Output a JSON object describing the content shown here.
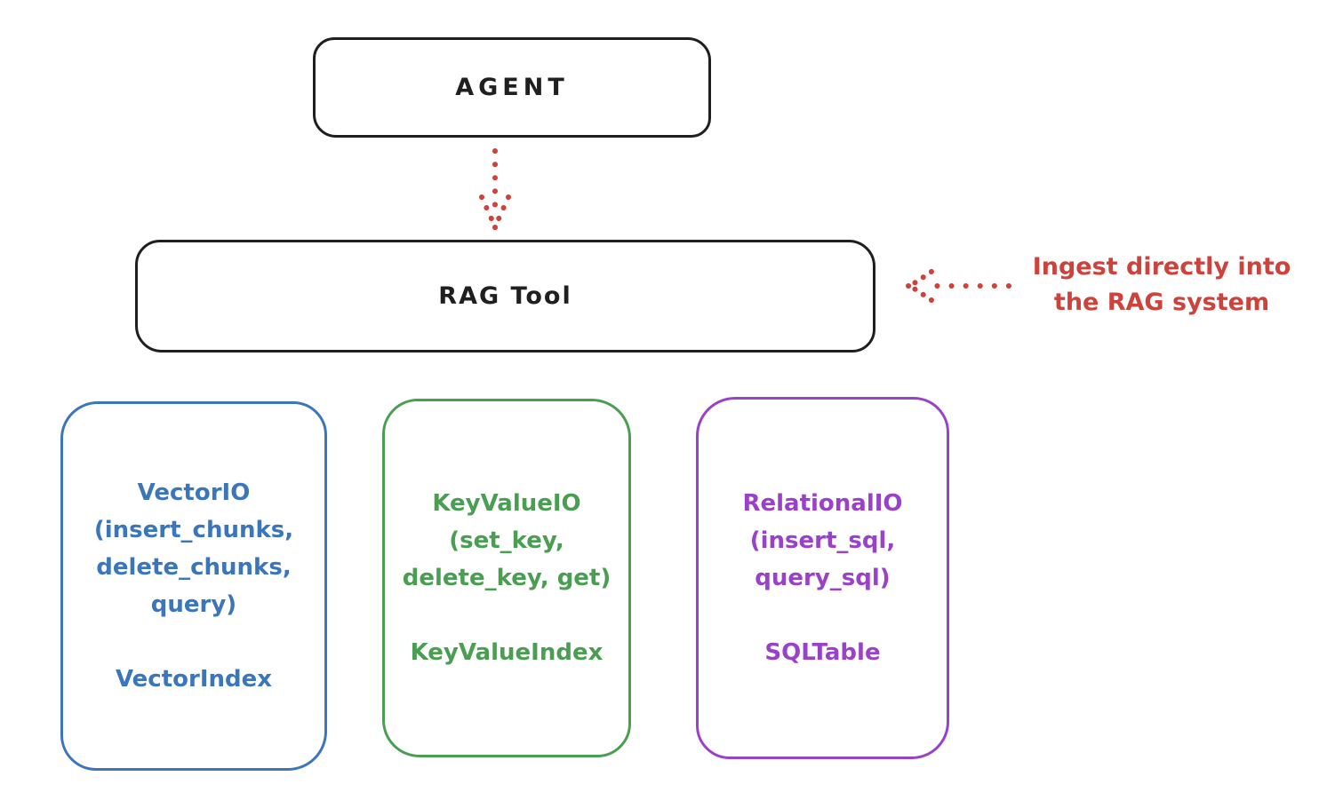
{
  "diagram": {
    "agent": {
      "label": "AGENT"
    },
    "rag_tool": {
      "label": "RAG Tool"
    },
    "annotation": {
      "line1": "Ingest directly into",
      "line2": "the RAG system"
    },
    "arrows": [
      {
        "name": "agent-to-ragtool-arrow",
        "style": "dotted",
        "direction": "down"
      },
      {
        "name": "annotation-to-ragtool-arrow",
        "style": "dotted",
        "direction": "left"
      }
    ],
    "boxes": [
      {
        "name": "vector-io",
        "lines": [
          "VectorIO",
          "(insert_chunks,",
          "delete_chunks,",
          "query)"
        ],
        "footer": "VectorIndex",
        "color": "#3b76bb"
      },
      {
        "name": "key-value-io",
        "lines": [
          "KeyValueIO",
          "(set_key,",
          "delete_key, get)"
        ],
        "footer": "KeyValueIndex",
        "color": "#4a9e52"
      },
      {
        "name": "relational-io",
        "lines": [
          "RelationalIO",
          "(insert_sql,",
          "query_sql)"
        ],
        "footer": "SQLTable",
        "color": "#9a41c9"
      }
    ],
    "colors": {
      "stroke_black": "#1f1f1f",
      "accent_red": "#cd423b",
      "accent_blue": "#3b76bb",
      "accent_green": "#4a9e52",
      "accent_purple": "#9a41c9"
    }
  }
}
